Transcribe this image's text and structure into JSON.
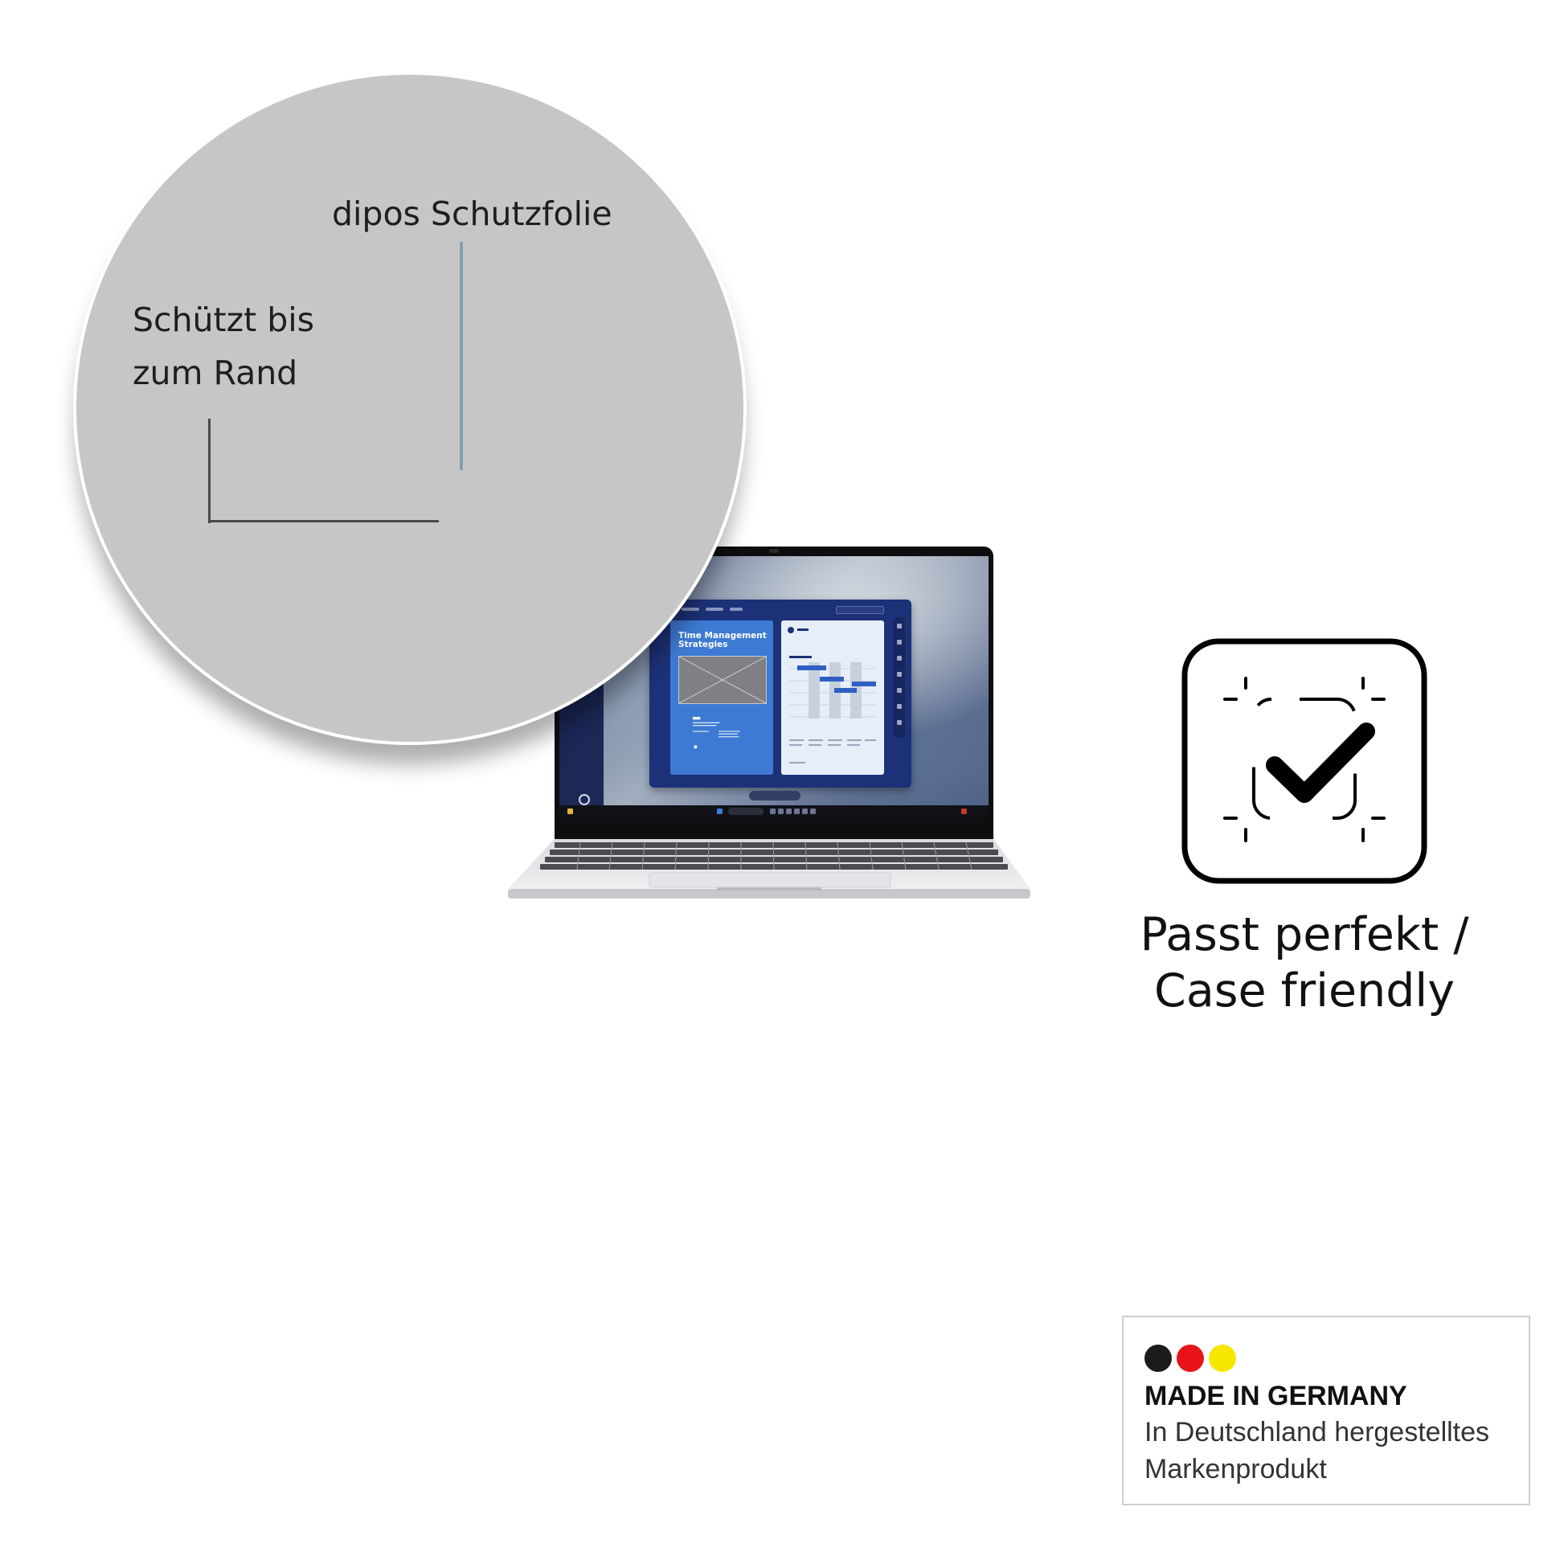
{
  "zoom_callout": {
    "film_label": "dipos Schutzfolie",
    "edge_label_line1": "Schützt bis",
    "edge_label_line2": "zum Rand",
    "circle_color": "#c6c6c6",
    "film_line_color": "#7f9fb0"
  },
  "laptop": {
    "screen": {
      "slide_title": "Time Management Strategies"
    }
  },
  "fit_feature": {
    "icon": "fit-check-icon",
    "label_line1": "Passt perfekt /",
    "label_line2": "Case friendly"
  },
  "made_in_germany": {
    "flag_colors": [
      "#1b1b1b",
      "#e8141a",
      "#f6e600"
    ],
    "title": "MADE IN GERMANY",
    "subtitle_line1": "In Deutschland hergestelltes",
    "subtitle_line2": "Markenprodukt"
  }
}
